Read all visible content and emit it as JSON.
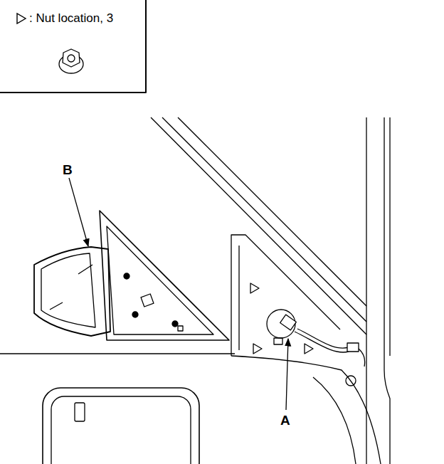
{
  "diagram": {
    "labels": [
      "B",
      "A"
    ],
    "legend": [
      {
        "text": ": Nut location, 3"
      }
    ]
  }
}
